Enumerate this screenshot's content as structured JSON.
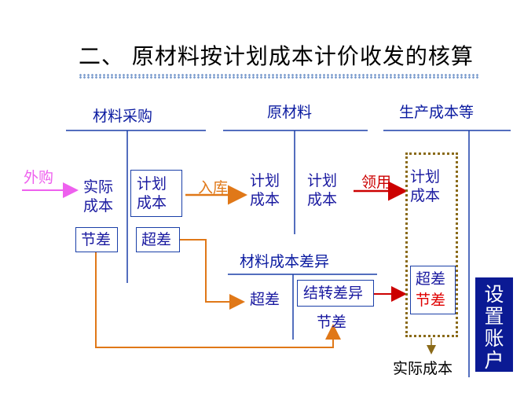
{
  "title": "二、 原材料按计划成本计价收发的核算",
  "accounts": {
    "purchase": "材料采购",
    "raw_materials": "原材料",
    "production": "生产成本等",
    "variance": "材料成本差异"
  },
  "purchase_side": {
    "outsource": "外购",
    "actual_cost": "实际\n成本",
    "planned_cost": "计划\n成本",
    "saving": "节差",
    "overspend": "超差"
  },
  "flows": {
    "to_stock": "入库",
    "requisition": "领用"
  },
  "raw_side": {
    "planned_left": "计划\n成本",
    "planned_right": "计划\n成本"
  },
  "variance_side": {
    "overspend": "超差",
    "transfer": "结转差异",
    "saving": "节差"
  },
  "production_side": {
    "planned": "计划\n成本",
    "over": "超差",
    "save": "节差",
    "actual": "实际成本"
  },
  "side_note": "设\n置\n账\n户",
  "colors": {
    "blue": "#1a1aa0",
    "red": "#e00000",
    "orange": "#e07818",
    "magenta": "#ee60ee",
    "navy": "#0b1a94"
  }
}
